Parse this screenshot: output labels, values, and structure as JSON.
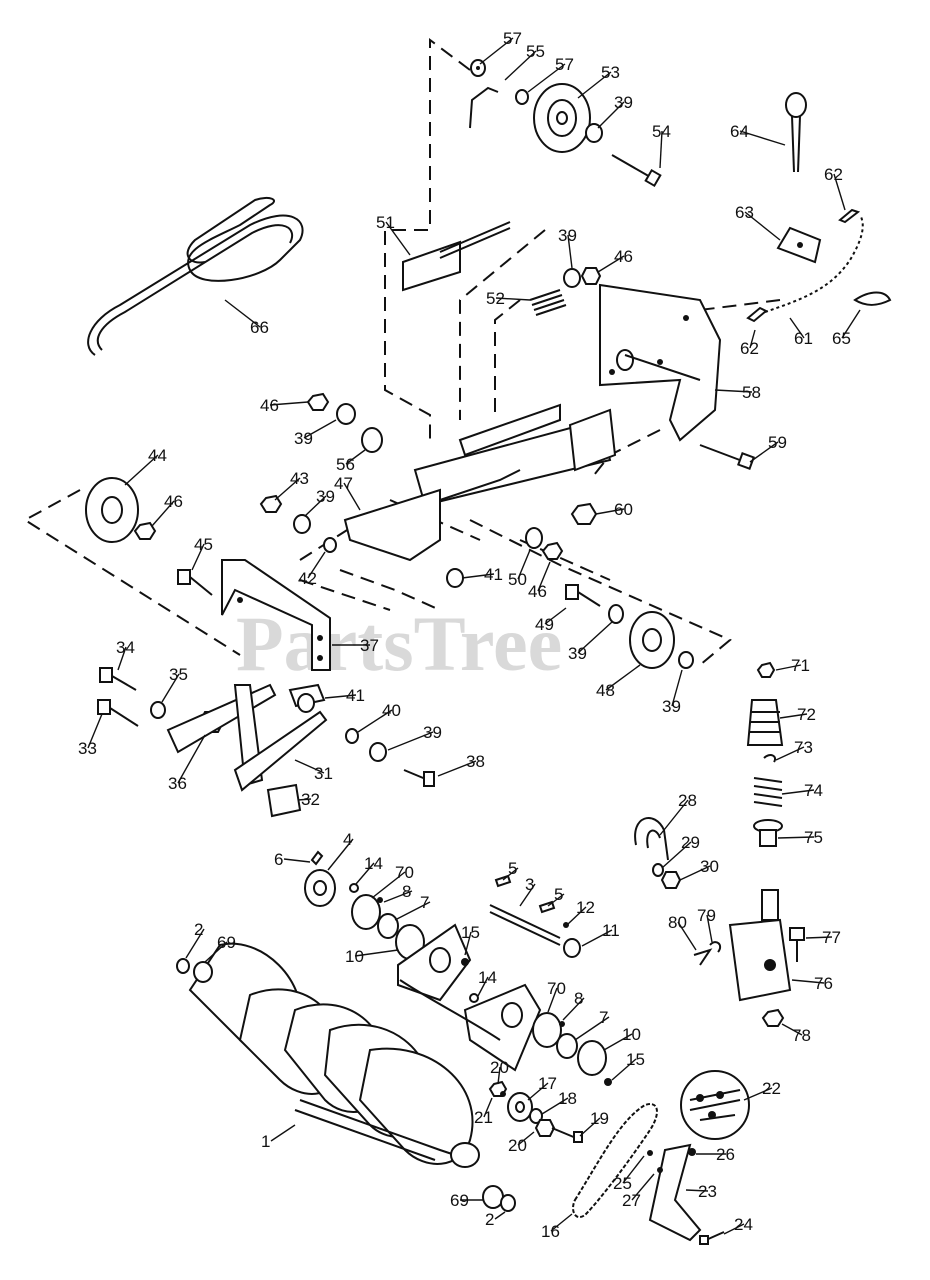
{
  "watermark": "PartsTree",
  "callouts": [
    {
      "id": "c57a",
      "label": "57"
    },
    {
      "id": "c55",
      "label": "55"
    },
    {
      "id": "c57b",
      "label": "57"
    },
    {
      "id": "c53",
      "label": "53"
    },
    {
      "id": "c39a",
      "label": "39"
    },
    {
      "id": "c54",
      "label": "54"
    },
    {
      "id": "c64",
      "label": "64"
    },
    {
      "id": "c62a",
      "label": "62"
    },
    {
      "id": "c63",
      "label": "63"
    },
    {
      "id": "c51",
      "label": "51"
    },
    {
      "id": "c39b",
      "label": "39"
    },
    {
      "id": "c46a",
      "label": "46"
    },
    {
      "id": "c52",
      "label": "52"
    },
    {
      "id": "c66",
      "label": "66"
    },
    {
      "id": "c62b",
      "label": "62"
    },
    {
      "id": "c61",
      "label": "61"
    },
    {
      "id": "c65",
      "label": "65"
    },
    {
      "id": "c58",
      "label": "58"
    },
    {
      "id": "c46b",
      "label": "46"
    },
    {
      "id": "c39c",
      "label": "39"
    },
    {
      "id": "c56",
      "label": "56"
    },
    {
      "id": "c59",
      "label": "59"
    },
    {
      "id": "c44",
      "label": "44"
    },
    {
      "id": "c43",
      "label": "43"
    },
    {
      "id": "c47",
      "label": "47"
    },
    {
      "id": "c39d",
      "label": "39"
    },
    {
      "id": "c46c",
      "label": "46"
    },
    {
      "id": "c60",
      "label": "60"
    },
    {
      "id": "c45",
      "label": "45"
    },
    {
      "id": "c42",
      "label": "42"
    },
    {
      "id": "c41a",
      "label": "41"
    },
    {
      "id": "c50",
      "label": "50"
    },
    {
      "id": "c46d",
      "label": "46"
    },
    {
      "id": "c49",
      "label": "49"
    },
    {
      "id": "c37",
      "label": "37"
    },
    {
      "id": "c39e",
      "label": "39"
    },
    {
      "id": "c34",
      "label": "34"
    },
    {
      "id": "c35",
      "label": "35"
    },
    {
      "id": "c41b",
      "label": "41"
    },
    {
      "id": "c48",
      "label": "48"
    },
    {
      "id": "c39f",
      "label": "39"
    },
    {
      "id": "c71",
      "label": "71"
    },
    {
      "id": "c40",
      "label": "40"
    },
    {
      "id": "c33",
      "label": "33"
    },
    {
      "id": "c39g",
      "label": "39"
    },
    {
      "id": "c72",
      "label": "72"
    },
    {
      "id": "c38",
      "label": "38"
    },
    {
      "id": "c36",
      "label": "36"
    },
    {
      "id": "c31",
      "label": "31"
    },
    {
      "id": "c73",
      "label": "73"
    },
    {
      "id": "c32",
      "label": "32"
    },
    {
      "id": "c74",
      "label": "74"
    },
    {
      "id": "c28",
      "label": "28"
    },
    {
      "id": "c75",
      "label": "75"
    },
    {
      "id": "c4",
      "label": "4"
    },
    {
      "id": "c6",
      "label": "6"
    },
    {
      "id": "c29",
      "label": "29"
    },
    {
      "id": "c14a",
      "label": "14"
    },
    {
      "id": "c70a",
      "label": "70"
    },
    {
      "id": "c30",
      "label": "30"
    },
    {
      "id": "c5a",
      "label": "5"
    },
    {
      "id": "c3",
      "label": "3"
    },
    {
      "id": "c8a",
      "label": "8"
    },
    {
      "id": "c5b",
      "label": "5"
    },
    {
      "id": "c7a",
      "label": "7"
    },
    {
      "id": "c12",
      "label": "12"
    },
    {
      "id": "c80",
      "label": "80"
    },
    {
      "id": "c79",
      "label": "79"
    },
    {
      "id": "c77",
      "label": "77"
    },
    {
      "id": "c2a",
      "label": "2"
    },
    {
      "id": "c15a",
      "label": "15"
    },
    {
      "id": "c11",
      "label": "11"
    },
    {
      "id": "c69a",
      "label": "69"
    },
    {
      "id": "c10a",
      "label": "10"
    },
    {
      "id": "c76",
      "label": "76"
    },
    {
      "id": "c14b",
      "label": "14"
    },
    {
      "id": "c70b",
      "label": "70"
    },
    {
      "id": "c8b",
      "label": "8"
    },
    {
      "id": "c78",
      "label": "78"
    },
    {
      "id": "c7b",
      "label": "7"
    },
    {
      "id": "c10b",
      "label": "10"
    },
    {
      "id": "c15b",
      "label": "15"
    },
    {
      "id": "c20a",
      "label": "20"
    },
    {
      "id": "c22",
      "label": "22"
    },
    {
      "id": "c17",
      "label": "17"
    },
    {
      "id": "c21",
      "label": "21"
    },
    {
      "id": "c18",
      "label": "18"
    },
    {
      "id": "c1",
      "label": "1"
    },
    {
      "id": "c19",
      "label": "19"
    },
    {
      "id": "c20b",
      "label": "20"
    },
    {
      "id": "c26",
      "label": "26"
    },
    {
      "id": "c25",
      "label": "25"
    },
    {
      "id": "c27",
      "label": "27"
    },
    {
      "id": "c23",
      "label": "23"
    },
    {
      "id": "c69b",
      "label": "69"
    },
    {
      "id": "c2b",
      "label": "2"
    },
    {
      "id": "c16",
      "label": "16"
    },
    {
      "id": "c24",
      "label": "24"
    }
  ]
}
